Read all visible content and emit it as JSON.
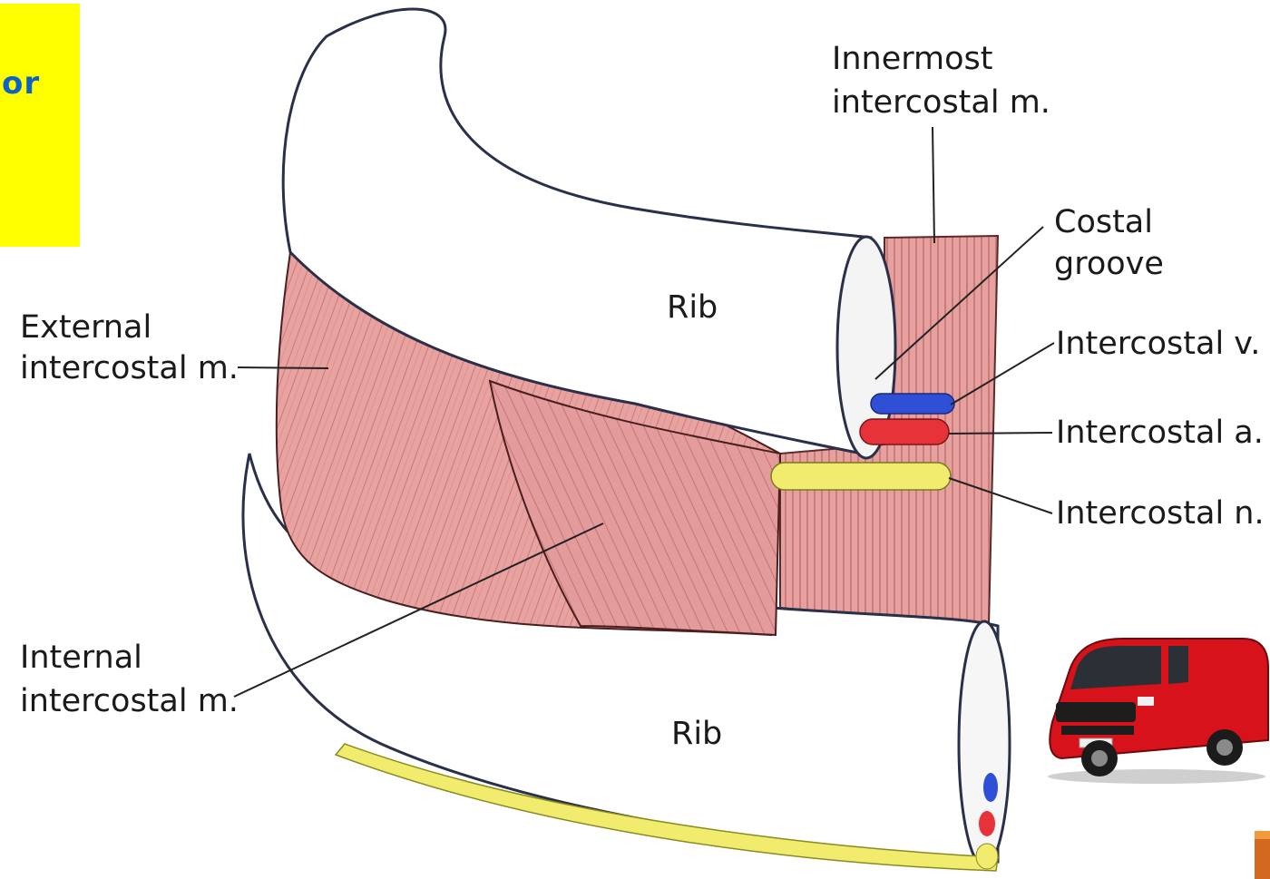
{
  "header_fragment": "or",
  "labels": {
    "innermost_1": "Innermost",
    "innermost_2": "intercostal m.",
    "costal_1": "Costal",
    "costal_2": "groove",
    "rib_upper": "Rib",
    "rib_lower": "Rib",
    "external_1": "External",
    "external_2": "intercostal m.",
    "internal_1": "Internal",
    "internal_2": "intercostal m.",
    "vein": "Intercostal v.",
    "artery": "Intercostal a.",
    "nerve": "Intercostal n."
  },
  "colors": {
    "highlight_box": "#ffff00",
    "highlight_text": "#0b63c5",
    "muscle": "#e59a9a",
    "vein": "#2e4fd6",
    "artery": "#e8323a",
    "nerve": "#f1ec6e",
    "van": "#d8121a"
  },
  "icons": [
    "red-van-image"
  ]
}
